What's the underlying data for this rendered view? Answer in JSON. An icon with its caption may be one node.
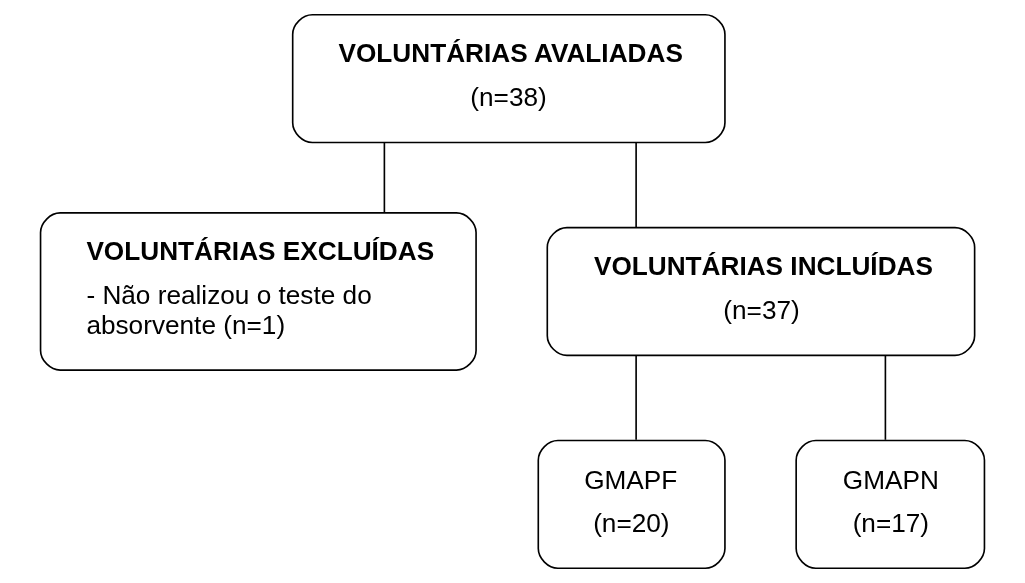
{
  "diagram": {
    "nodes": [
      {
        "text": [
          "VOLUNTÁRIAS AVALIADAS",
          "(n=38)"
        ]
      },
      {
        "text": [
          "VOLUNTÁRIAS EXCLUÍDAS",
          "- Não realizou o teste do absorvente (n=1)"
        ]
      },
      {
        "text": [
          "VOLUNTÁRIAS INCLUÍDAS",
          "(n=37)"
        ]
      },
      {
        "text": [
          "GMAPF",
          "(n=20)"
        ]
      },
      {
        "text": [
          "GMAPN",
          "(n=17)"
        ]
      }
    ],
    "edges": [
      {
        "from": 0,
        "to": 1,
        "arrow": "none"
      },
      {
        "from": 0,
        "to": 2,
        "arrow": "none"
      },
      {
        "from": 2,
        "to": 3,
        "arrow": "none"
      },
      {
        "from": 2,
        "to": 4,
        "arrow": "none"
      }
    ]
  }
}
